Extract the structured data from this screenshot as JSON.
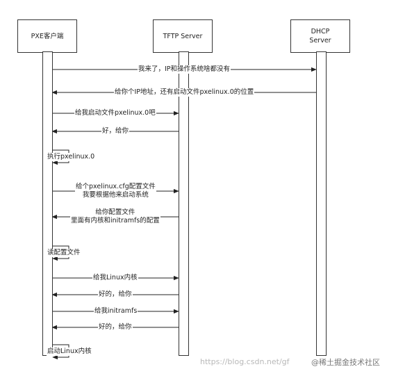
{
  "actors": [
    {
      "id": "client",
      "lines": [
        "PXE客户端"
      ]
    },
    {
      "id": "tftp",
      "lines": [
        "TFTP Server"
      ]
    },
    {
      "id": "dhcp",
      "lines": [
        "DHCP",
        "Server"
      ]
    }
  ],
  "messages": [
    {
      "from": "client",
      "to": "dhcp",
      "text": "我来了，IP和操作系统啥都没有"
    },
    {
      "from": "dhcp",
      "to": "client",
      "text": "给你个IP地址，还有启动文件pxelinux.0的位置"
    },
    {
      "from": "client",
      "to": "tftp",
      "text": "给我启动文件pxelinux.0吧"
    },
    {
      "from": "tftp",
      "to": "client",
      "text": "好，给你"
    },
    {
      "from": "client",
      "to": "client",
      "text": "执行pxelinux.0"
    },
    {
      "from": "client",
      "to": "tftp",
      "text": "给个pxelinux.cfg配置文件\n我要根据他来启动系统"
    },
    {
      "from": "tftp",
      "to": "client",
      "text": "给你配置文件\n里面有内核和initramfs的配置"
    },
    {
      "from": "client",
      "to": "client",
      "text": "读配置文件"
    },
    {
      "from": "client",
      "to": "tftp",
      "text": "给我Linux内核"
    },
    {
      "from": "tftp",
      "to": "client",
      "text": "好的，给你"
    },
    {
      "from": "client",
      "to": "tftp",
      "text": "给我initramfs"
    },
    {
      "from": "tftp",
      "to": "client",
      "text": "好的，给你"
    },
    {
      "from": "client",
      "to": "client",
      "text": "启动Linux内核"
    }
  ],
  "watermark": {
    "url": "https://blog.csdn.net/gf",
    "brand": "@稀土掘金技术社区"
  }
}
